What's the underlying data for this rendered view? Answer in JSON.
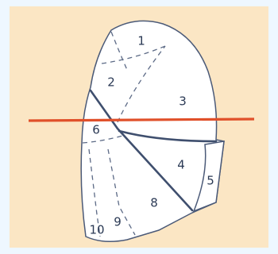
{
  "diagram": {
    "colors": {
      "background": "#fbe8c8",
      "inner_panel": "#fbe6c4",
      "border": "#eef7ff",
      "lung_fill": "#ffffff",
      "lung_outline": "#4b5a78",
      "fissure": "#3f4f6e",
      "dashed_boundary": "#5c6a86",
      "cut_line": "#e0502a"
    },
    "segments": [
      {
        "id": "s1",
        "label": "1"
      },
      {
        "id": "s2",
        "label": "2"
      },
      {
        "id": "s3",
        "label": "3"
      },
      {
        "id": "s4",
        "label": "4"
      },
      {
        "id": "s5",
        "label": "5"
      },
      {
        "id": "s6",
        "label": "6"
      },
      {
        "id": "s8",
        "label": "8"
      },
      {
        "id": "s9",
        "label": "9"
      },
      {
        "id": "s10",
        "label": "10"
      }
    ]
  }
}
